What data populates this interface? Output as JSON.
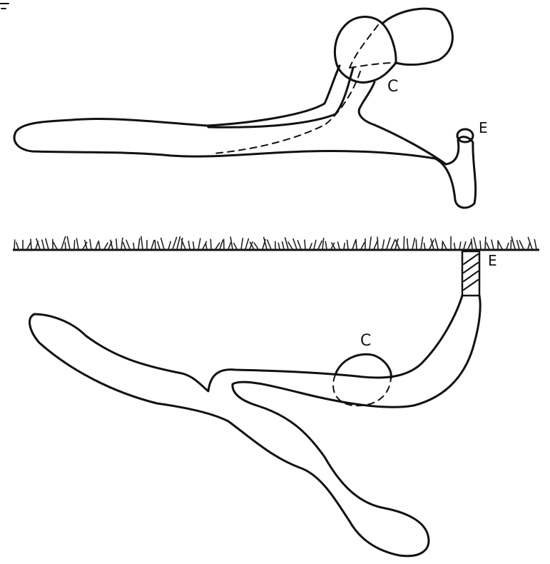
{
  "top_figure": {
    "labels": {
      "chamber": "C",
      "entrance": "E"
    }
  },
  "bottom_figure": {
    "labels": {
      "chamber": "C",
      "entrance": "E"
    }
  },
  "colors": {
    "ink": "#111111",
    "paper": "#ffffff"
  }
}
